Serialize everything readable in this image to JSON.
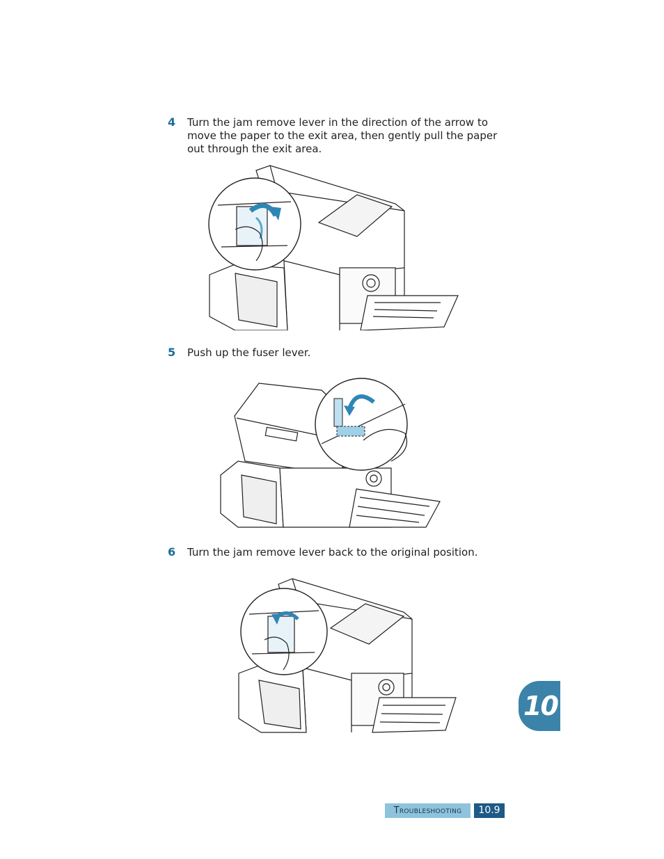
{
  "steps": [
    {
      "number": "4",
      "text": "Turn the jam remove lever in the direction of the arrow to move the paper to the exit area, then gently pull the paper out through the exit area."
    },
    {
      "number": "5",
      "text": "Push up the fuser lever."
    },
    {
      "number": "6",
      "text": "Turn the jam remove lever back to the original position."
    }
  ],
  "chapter_tab": {
    "label": "10",
    "color": "#3b83a8"
  },
  "footer": {
    "section": "Troubleshooting",
    "page": "10.9",
    "section_color": "#8fc3dc",
    "page_color": "#1d5a86"
  },
  "accent_color": "#1b6d97"
}
